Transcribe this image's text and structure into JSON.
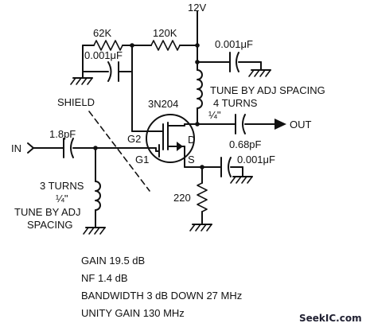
{
  "labels": {
    "supply": "12V",
    "r1": "62K",
    "r2": "120K",
    "c_left": "0.001μF",
    "c_right_top": "0.001μF",
    "tune_top": "TUNE BY ADJ SPACING",
    "turns_top": "4 TURNS",
    "quarter_top": "¼\"",
    "shield": "SHIELD",
    "part": "3N204",
    "c_in": "1.8pF",
    "input": "IN",
    "output": "OUT",
    "c_out": "0.68pF",
    "g2": "G2",
    "g1": "G1",
    "d": "D",
    "s": "S",
    "c_source": "0.001μF",
    "r_source": "220",
    "turns_bottom": "3 TURNS",
    "quarter_bottom": "¼\"",
    "tune_bottom_1": "TUNE BY ADJ",
    "tune_bottom_2": "SPACING"
  },
  "specs": [
    "GAIN 19.5 dB",
    "NF 1.4 dB",
    "BANDWIDTH 3 dB DOWN 27 MHz",
    "UNITY GAIN 130 MHz"
  ],
  "watermark": "SeekIC.com"
}
